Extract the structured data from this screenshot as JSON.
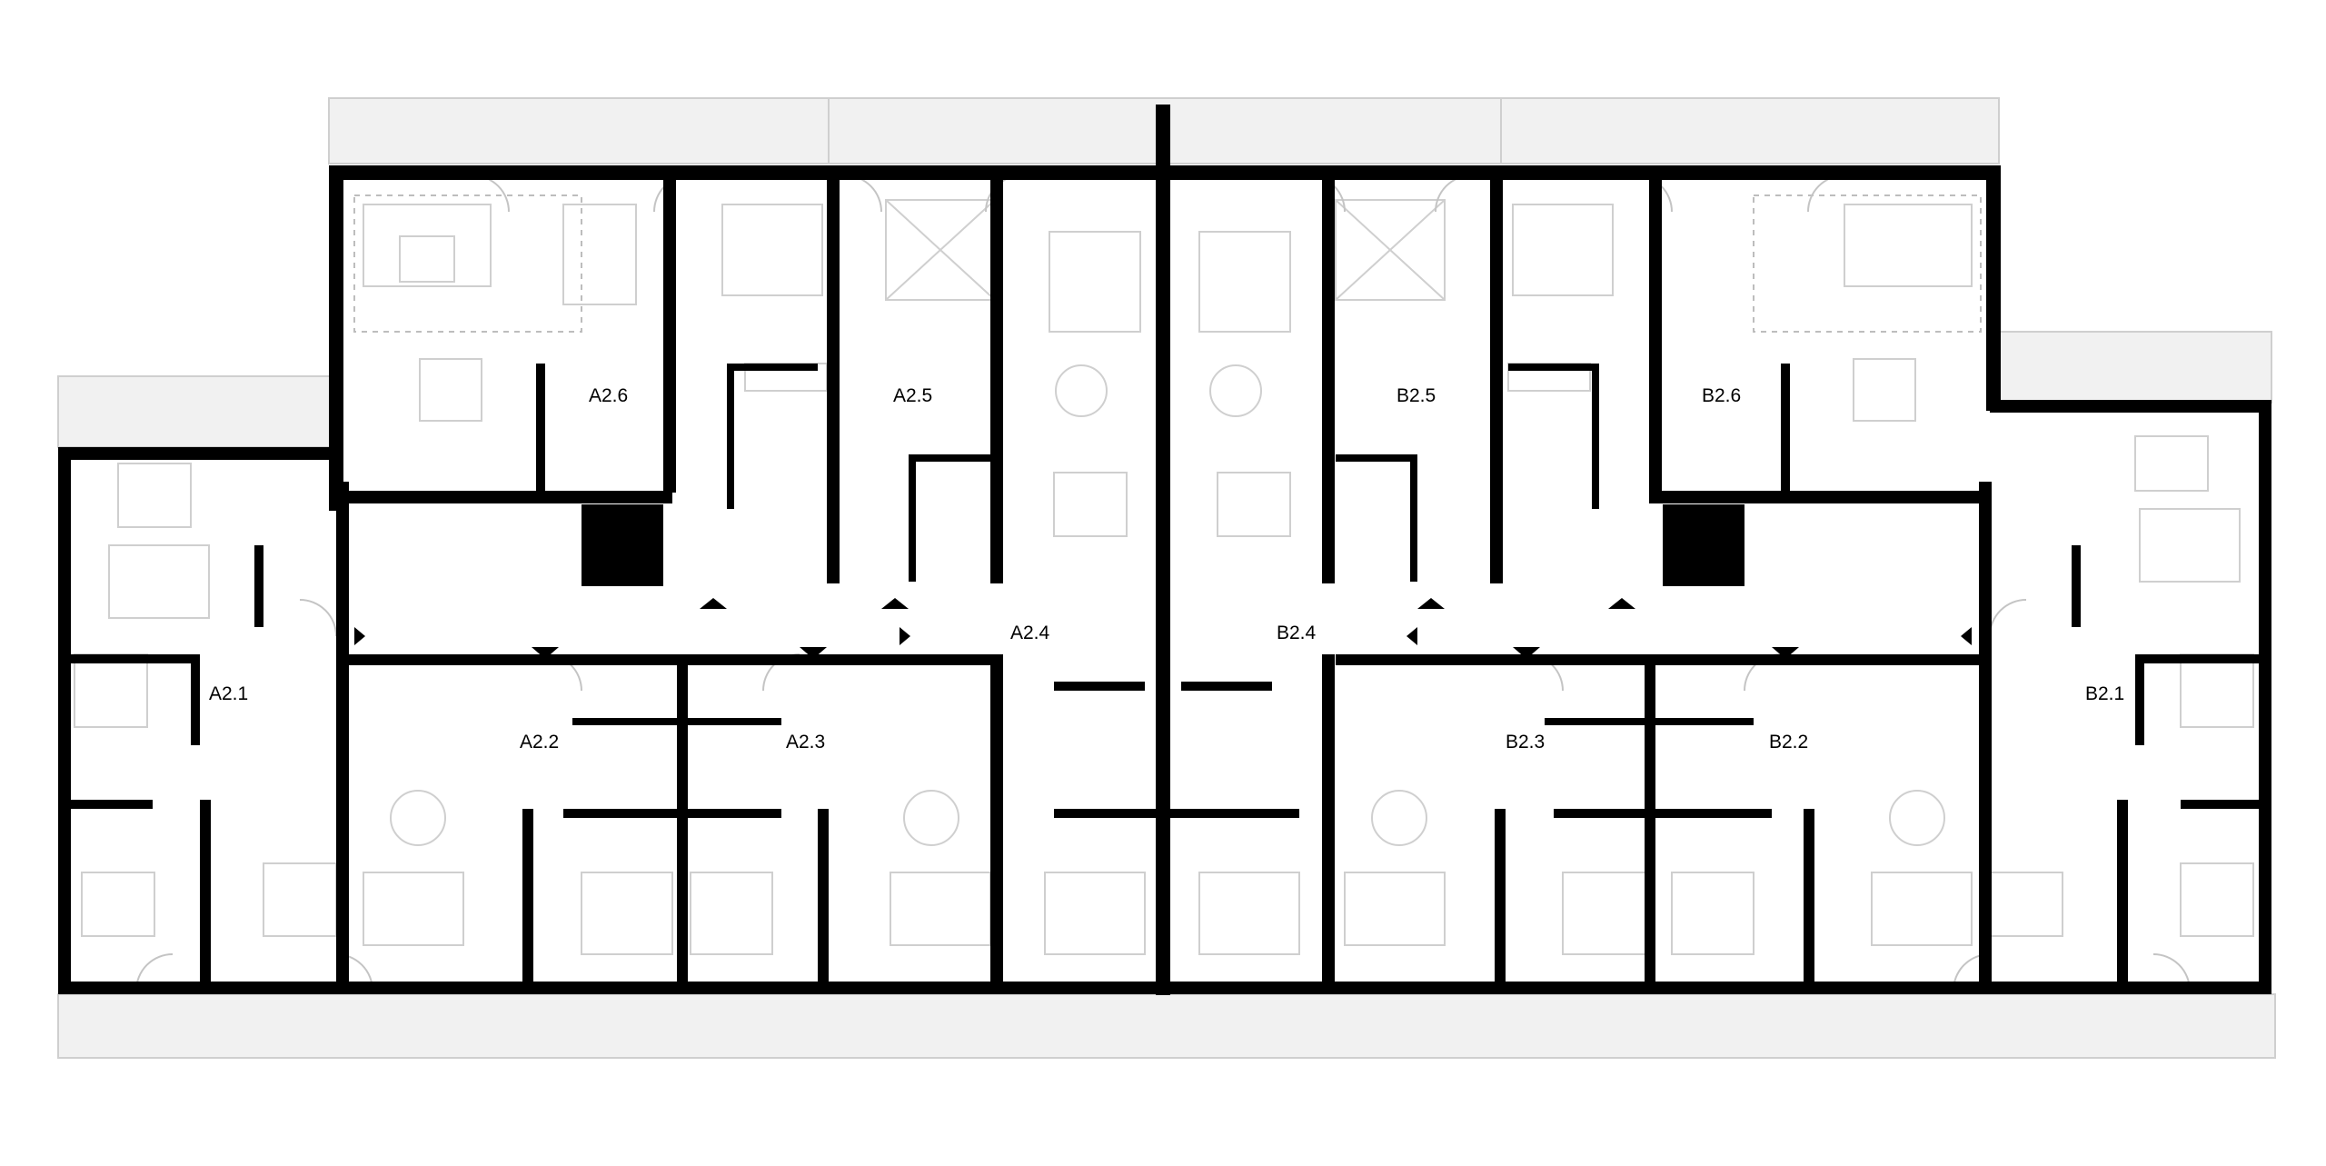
{
  "plan": {
    "units": [
      {
        "id": "A2.1",
        "label": "A2.1"
      },
      {
        "id": "A2.2",
        "label": "A2.2"
      },
      {
        "id": "A2.3",
        "label": "A2.3"
      },
      {
        "id": "A2.4",
        "label": "A2.4"
      },
      {
        "id": "A2.5",
        "label": "A2.5"
      },
      {
        "id": "A2.6",
        "label": "A2.6"
      },
      {
        "id": "B2.1",
        "label": "B2.1"
      },
      {
        "id": "B2.2",
        "label": "B2.2"
      },
      {
        "id": "B2.3",
        "label": "B2.3"
      },
      {
        "id": "B2.4",
        "label": "B2.4"
      },
      {
        "id": "B2.5",
        "label": "B2.5"
      },
      {
        "id": "B2.6",
        "label": "B2.6"
      }
    ],
    "colors": {
      "wall": "#000000",
      "furniture": "#cfcfcf",
      "balcony": "#f1f1f1",
      "background": "#ffffff"
    }
  }
}
